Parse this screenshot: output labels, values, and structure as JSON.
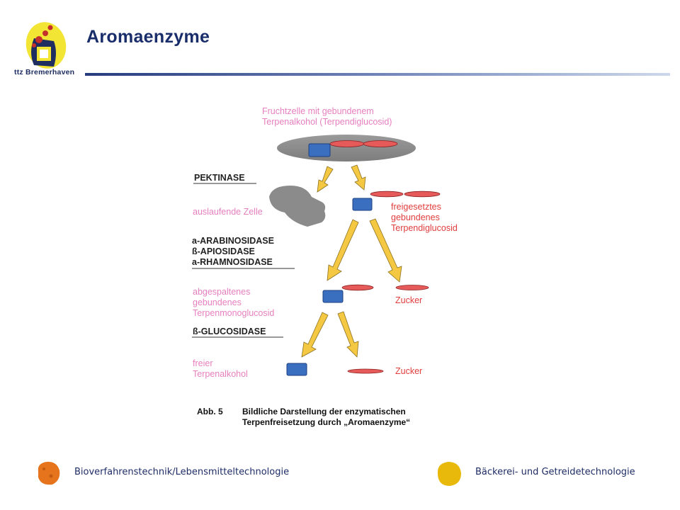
{
  "header": {
    "title": "Aromaenzyme",
    "logo_text": "ttz Bremerhaven"
  },
  "figure": {
    "top_label_line1": "Fruchtzelle mit gebundenem",
    "top_label_line2": "Terpenalkohol (Terpendiglucosid)",
    "enzyme_1": "PEKTINASE",
    "leaking_cell": "auslaufende Zelle",
    "released_line1": "freigesetztes",
    "released_line2": "gebundenes",
    "released_line3": "Terpendiglucosid",
    "enzymes_2": [
      "a-ARABINOSIDASE",
      "ß-APIOSIDASE",
      "a-RHAMNOSIDASE"
    ],
    "cleaved_line1": "abgespaltenes",
    "cleaved_line2": "gebundenes",
    "cleaved_line3": "Terpenmonoglucosid",
    "sugar_1": "Zucker",
    "enzyme_3": "ß-GLUCOSIDASE",
    "free_line1": "freier",
    "free_line2": "Terpenalkohol",
    "sugar_2": "Zucker",
    "caption_number": "Abb. 5",
    "caption_line1": "Bildliche Darstellung der enzymatischen",
    "caption_line2": "Terpenfreisetzung durch „Aromaenzyme“"
  },
  "footer": {
    "left": "Bioverfahrenstechnik/Lebensmitteltechnologie",
    "right": "Bäckerei- und Getreidetechnologie"
  },
  "colors": {
    "title": "#1a2d6b",
    "blue_block": "#3a6fbf",
    "red_sugar": "#e65a5a",
    "arrow": "#f4c842",
    "pink_text": "#e77fbf",
    "red_text": "#e23d3d"
  }
}
